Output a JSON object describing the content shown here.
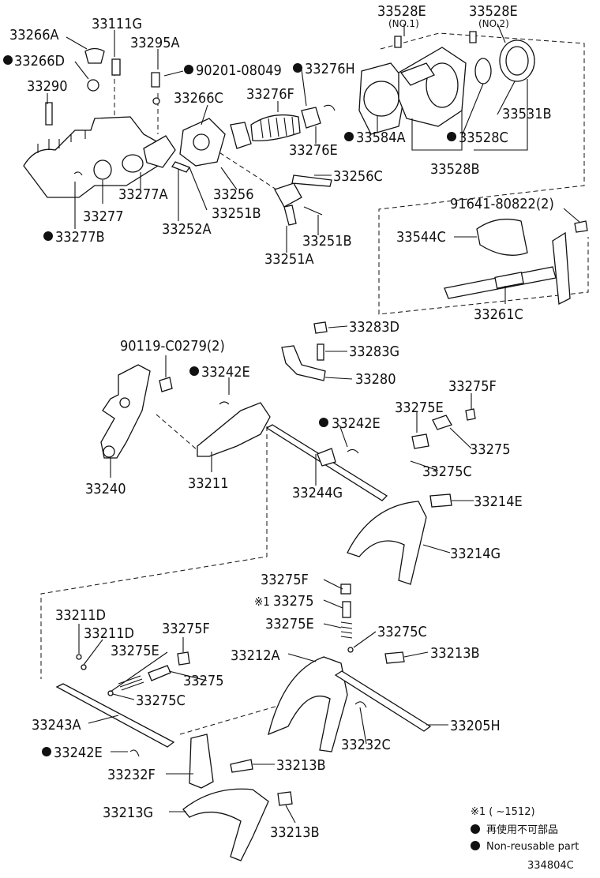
{
  "parts": [
    {
      "id": "p1",
      "text": "33266A"
    },
    {
      "id": "p2",
      "text": "33111G"
    },
    {
      "id": "p3",
      "text": "33295A"
    },
    {
      "id": "p4",
      "text": "33266D",
      "nonreusable": true
    },
    {
      "id": "p5",
      "text": "90201-08049",
      "nonreusable": true
    },
    {
      "id": "p6",
      "text": "33290"
    },
    {
      "id": "p7",
      "text": "33276H",
      "nonreusable": true
    },
    {
      "id": "p8",
      "text": "33266C"
    },
    {
      "id": "p9",
      "text": "33276F"
    },
    {
      "id": "p10",
      "text": "33528E"
    },
    {
      "id": "p11",
      "text": "33528E"
    },
    {
      "id": "p12",
      "text": "33531B"
    },
    {
      "id": "p13",
      "text": "33584A",
      "nonreusable": true
    },
    {
      "id": "p14",
      "text": "33528C",
      "nonreusable": true
    },
    {
      "id": "p15",
      "text": "33276E"
    },
    {
      "id": "p16",
      "text": "33528B"
    },
    {
      "id": "p17",
      "text": "33256C"
    },
    {
      "id": "p18",
      "text": "33277A"
    },
    {
      "id": "p19",
      "text": "33256"
    },
    {
      "id": "p20",
      "text": "33277"
    },
    {
      "id": "p21",
      "text": "33251B"
    },
    {
      "id": "p22",
      "text": "33252A"
    },
    {
      "id": "p23",
      "text": "33277B",
      "nonreusable": true
    },
    {
      "id": "p24",
      "text": "33251B"
    },
    {
      "id": "p25",
      "text": "33251A"
    },
    {
      "id": "p26",
      "text": "91641-80822(2)"
    },
    {
      "id": "p27",
      "text": "33544C"
    },
    {
      "id": "p28",
      "text": "33261C"
    },
    {
      "id": "p29",
      "text": "33283D"
    },
    {
      "id": "p30",
      "text": "33283G"
    },
    {
      "id": "p31",
      "text": "90119-C0279(2)"
    },
    {
      "id": "p32",
      "text": "33242E",
      "nonreusable": true
    },
    {
      "id": "p33",
      "text": "33280"
    },
    {
      "id": "p34",
      "text": "33275F"
    },
    {
      "id": "p35",
      "text": "33275E"
    },
    {
      "id": "p36",
      "text": "33242E",
      "nonreusable": true
    },
    {
      "id": "p37",
      "text": "33275"
    },
    {
      "id": "p38",
      "text": "33275C"
    },
    {
      "id": "p39",
      "text": "33240"
    },
    {
      "id": "p40",
      "text": "33211"
    },
    {
      "id": "p41",
      "text": "33244G"
    },
    {
      "id": "p42",
      "text": "33214E"
    },
    {
      "id": "p43",
      "text": "33214G"
    },
    {
      "id": "p44",
      "text": "33275F"
    },
    {
      "id": "p45",
      "text": "33275",
      "note_mark": "※1"
    },
    {
      "id": "p46",
      "text": "33275E"
    },
    {
      "id": "p47",
      "text": "33275C"
    },
    {
      "id": "p48",
      "text": "33211D"
    },
    {
      "id": "p49",
      "text": "33211D"
    },
    {
      "id": "p50",
      "text": "33275F"
    },
    {
      "id": "p51",
      "text": "33275E"
    },
    {
      "id": "p52",
      "text": "33212A"
    },
    {
      "id": "p53",
      "text": "33213B"
    },
    {
      "id": "p54",
      "text": "33275"
    },
    {
      "id": "p55",
      "text": "33275C"
    },
    {
      "id": "p56",
      "text": "33243A"
    },
    {
      "id": "p57",
      "text": "33205H"
    },
    {
      "id": "p58",
      "text": "33232C"
    },
    {
      "id": "p59",
      "text": "33242E",
      "nonreusable": true
    },
    {
      "id": "p60",
      "text": "33232F"
    },
    {
      "id": "p61",
      "text": "33213B"
    },
    {
      "id": "p62",
      "text": "33213G"
    },
    {
      "id": "p63",
      "text": "33213B"
    }
  ],
  "sublabels": {
    "no1": "(NO.1)",
    "no2": "(NO.2)"
  },
  "legend": {
    "note": "※1 (        ~1512)",
    "nonreusable_ja": "再使用不可部品",
    "nonreusable_en": "Non-reusable part"
  },
  "diagram_code": "334804C"
}
